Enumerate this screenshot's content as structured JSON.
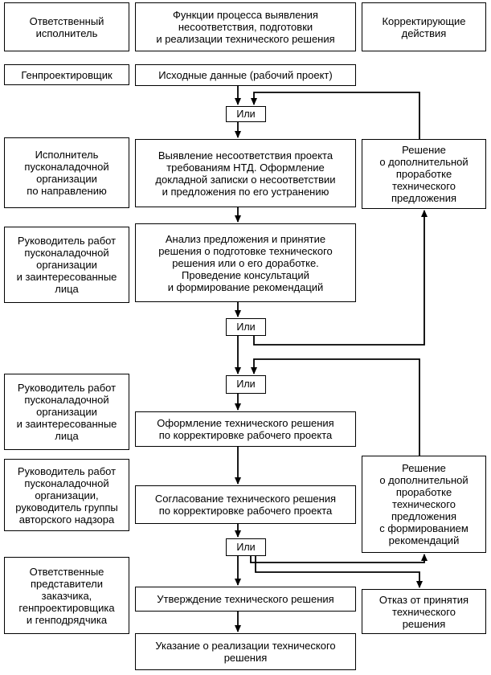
{
  "header": {
    "col_executor": "Ответственный\nисполнитель",
    "col_functions": "Функции процесса выявления\nнесоответствия, подготовки\nи реализации технического решения",
    "col_corrective": "Корректирующие\nдействия"
  },
  "executors": {
    "e1": "Генпроектировщик",
    "e2": "Исполнитель\nпусконаладочной\nорганизации\nпо направлению",
    "e3": "Руководитель работ\nпусконаладочной\nорганизации\nи заинтересованные\nлица",
    "e4": "Руководитель работ\nпусконаладочной\nорганизации\nи заинтересованные\nлица",
    "e5": "Руководитель работ\nпусконаладочной\nорганизации,\nруководитель группы\nавторского надзора",
    "e6": "Ответственные\nпредставители\nзаказчика,\nгенпроектировщика\nи генподрядчика"
  },
  "functions": {
    "f1": "Исходные данные (рабочий проект)",
    "f2": "Выявление несоответствия проекта\nтребованиям НТД. Оформление\nдокладной записки о несоответствии\nи предложения по его устранению",
    "f3": "Анализ предложения и принятие\nрешения о подготовке технического\nрешения или о его доработке.\nПроведение консультаций\nи формирование рекомендаций",
    "f4": "Оформление технического решения\nпо корректировке рабочего проекта",
    "f5": "Согласование технического решения\nпо корректировке рабочего проекта",
    "f6": "Утверждение технического решения",
    "f7": "Указание о реализации технического\nрешения"
  },
  "corrective": {
    "c1": "Решение\nо дополнительной\nпроработке\nтехнического\nпредложения",
    "c2": "Решение\nо дополнительной\nпроработке\nтехнического\nпредложения\nс формированием\nрекомендаций",
    "c3": "Отказ от принятия\nтехнического\nрешения"
  },
  "gates": {
    "g1": "Или",
    "g2": "Или",
    "g3": "Или",
    "g4": "Или"
  }
}
